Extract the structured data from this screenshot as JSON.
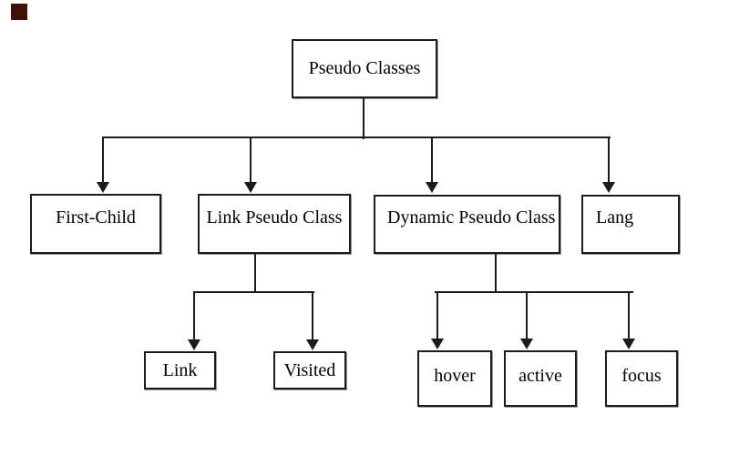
{
  "diagram": {
    "type": "tree",
    "title": "Pseudo Classes",
    "nodes": {
      "root": {
        "label": "Pseudo Classes"
      },
      "first_child": {
        "label": "First-Child"
      },
      "link_pseudo": {
        "label": "Link Pseudo Class"
      },
      "dynamic_pseudo": {
        "label": "Dynamic Pseudo Class"
      },
      "lang": {
        "label": "Lang"
      },
      "link": {
        "label": "Link"
      },
      "visited": {
        "label": "Visited"
      },
      "hover": {
        "label": "hover"
      },
      "active": {
        "label": "active"
      },
      "focus": {
        "label": "focus"
      }
    },
    "edges": [
      {
        "from": "Pseudo Classes",
        "to": "First-Child"
      },
      {
        "from": "Pseudo Classes",
        "to": "Link Pseudo Class"
      },
      {
        "from": "Pseudo Classes",
        "to": "Dynamic Pseudo Class"
      },
      {
        "from": "Pseudo Classes",
        "to": "Lang"
      },
      {
        "from": "Link Pseudo Class",
        "to": "Link"
      },
      {
        "from": "Link Pseudo Class",
        "to": "Visited"
      },
      {
        "from": "Dynamic Pseudo Class",
        "to": "hover"
      },
      {
        "from": "Dynamic Pseudo Class",
        "to": "active"
      },
      {
        "from": "Dynamic Pseudo Class",
        "to": "focus"
      }
    ],
    "colors": {
      "background": "#ffffff",
      "box_border": "#1b1b1b",
      "connector": "#1b1b1b",
      "text": "#000000",
      "corner_marker": "#3f1208"
    }
  }
}
